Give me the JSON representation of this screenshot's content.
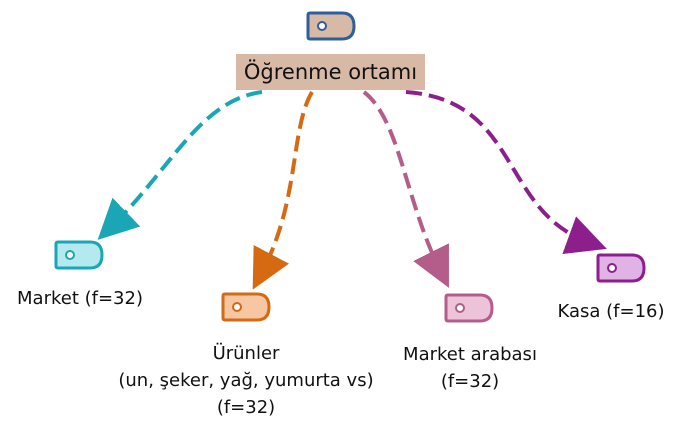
{
  "diagram": {
    "root": {
      "label": "Öğrenme ortamı",
      "icon": "tag-icon",
      "fill": "#d8b9a6",
      "stroke": "#2d5f9a"
    },
    "children": [
      {
        "id": "market",
        "lines": [
          "Market (f=32)"
        ],
        "icon": "tag-icon",
        "color": "#1aa6b5",
        "fill": "#b4e9ef"
      },
      {
        "id": "urunler",
        "lines": [
          "Ürünler",
          "(un, şeker, yağ, yumurta vs)",
          "(f=32)"
        ],
        "icon": "tag-icon",
        "color": "#d66a12",
        "fill": "#f7c6a3"
      },
      {
        "id": "market-arabasi",
        "lines": [
          "Market arabası",
          "(f=32)"
        ],
        "icon": "tag-icon",
        "color": "#b45c8a",
        "fill": "#ecc3d9"
      },
      {
        "id": "kasa",
        "lines": [
          "Kasa (f=16)"
        ],
        "icon": "tag-icon",
        "color": "#8c1f8c",
        "fill": "#dfb3e3"
      }
    ]
  }
}
